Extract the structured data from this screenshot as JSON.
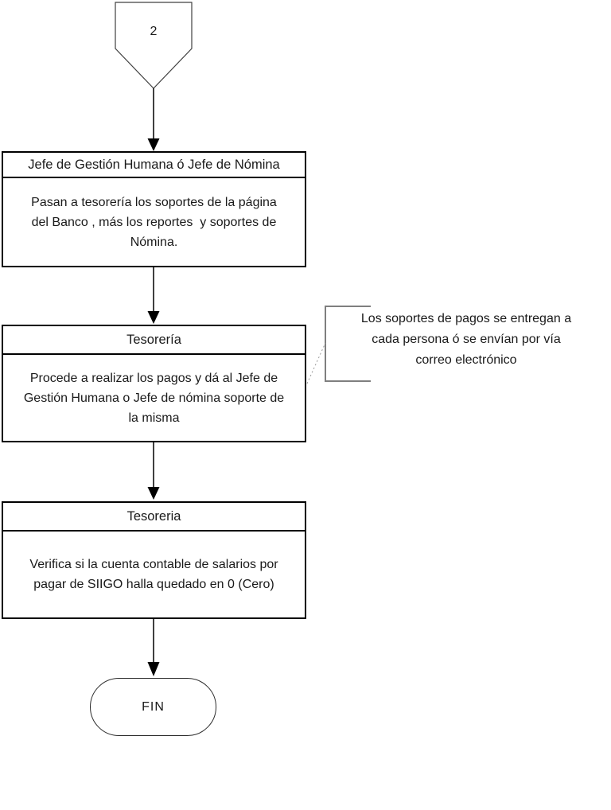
{
  "connector": {
    "label": "2"
  },
  "boxes": [
    {
      "title": "Jefe de Gestión Humana ó Jefe de Nómina",
      "body": "Pasan a tesorería los soportes de la página\ndel Banco , más los reportes  y soportes de\nNómina."
    },
    {
      "title": "Tesorería",
      "body": "Procede a realizar los pagos y dá al Jefe de\nGestión Humana o Jefe de nómina soporte de\nla misma"
    },
    {
      "title": "Tesoreria",
      "body": "Verifica si la cuenta contable de salarios por\npagar de SIIGO halla quedado en 0 (Cero)"
    }
  ],
  "callout": {
    "text": "Los soportes de pagos se entregan a\ncada persona ó se envían por vía\ncorreo electrónico"
  },
  "terminator": {
    "label": "FIN"
  },
  "colors": {
    "stroke": "#000000",
    "connector_stroke": "#404040",
    "callout_stroke": "#7f7f7f",
    "leader_stroke": "#9a9a9a",
    "background": "#ffffff"
  }
}
